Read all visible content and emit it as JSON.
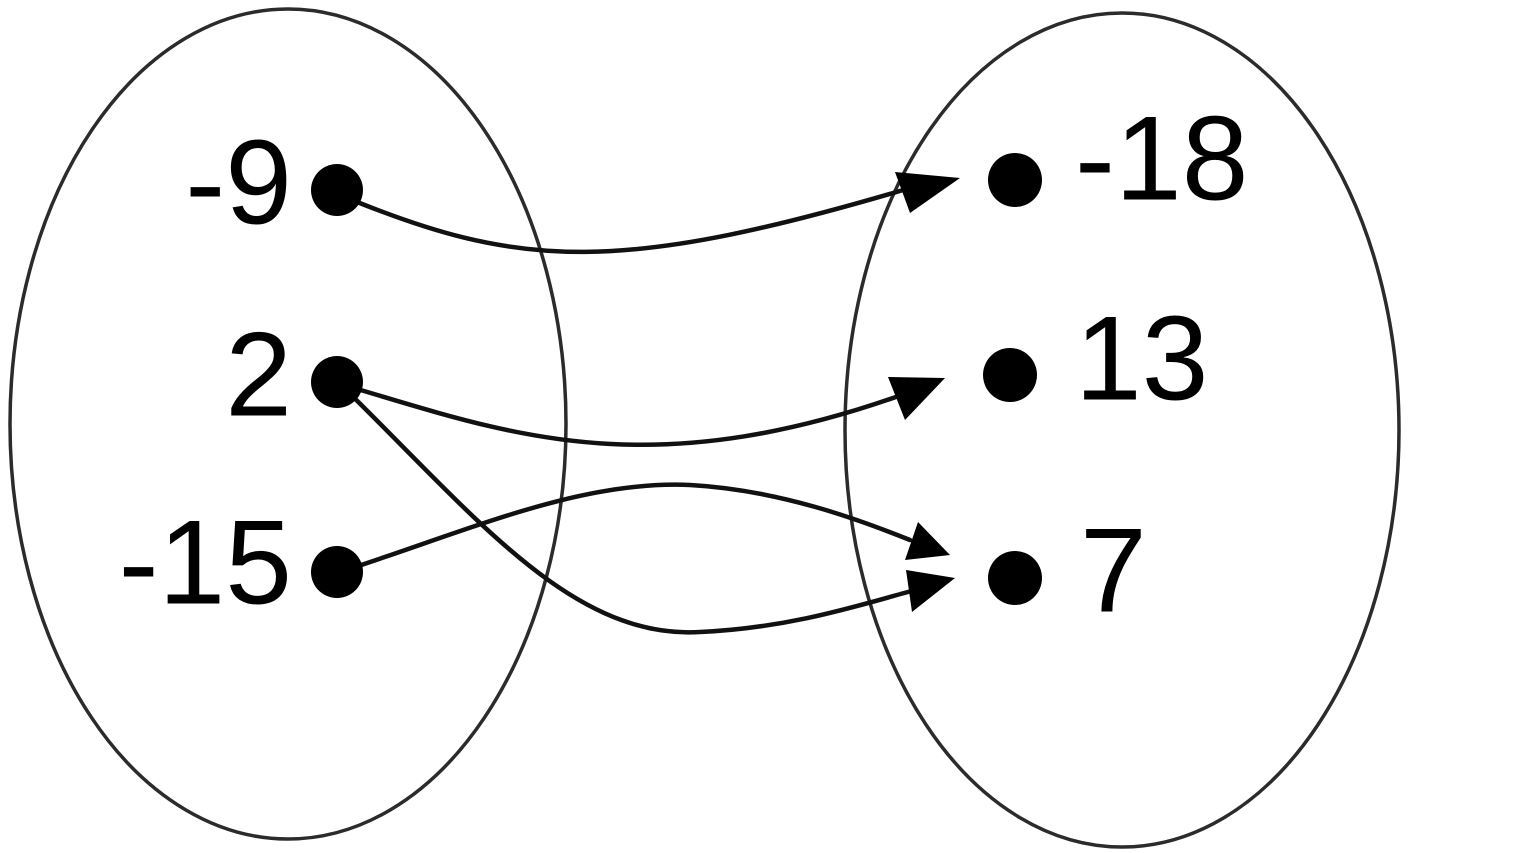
{
  "domain_set": {
    "elements": [
      "-9",
      "2",
      "-15"
    ]
  },
  "codomain_set": {
    "elements": [
      "-18",
      "13",
      "7"
    ]
  },
  "mappings": [
    {
      "from": "-9",
      "to": "-18"
    },
    {
      "from": "2",
      "to": "13"
    },
    {
      "from": "2",
      "to": "7"
    },
    {
      "from": "-15",
      "to": "7"
    }
  ],
  "colors": {
    "stroke": "#000000",
    "background": "#ffffff"
  }
}
